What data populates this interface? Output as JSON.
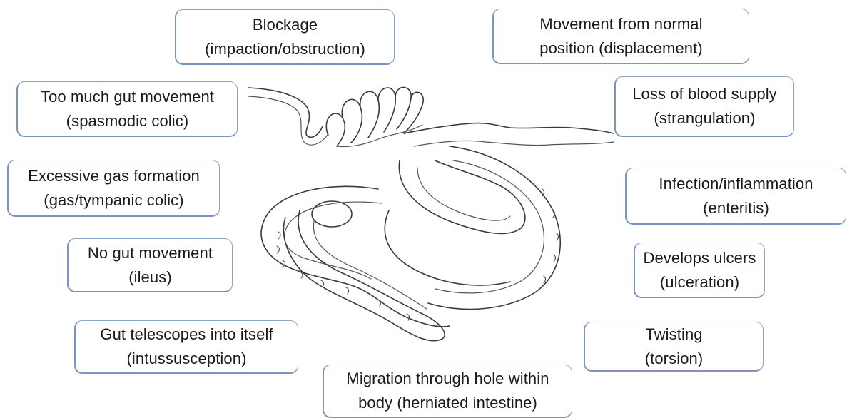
{
  "labels": {
    "blockage": {
      "line1": "Blockage",
      "line2": "(impaction/obstruction)"
    },
    "displacement": {
      "line1": "Movement from normal",
      "line2": "position (displacement)"
    },
    "spasmodic": {
      "line1": "Too much gut movement",
      "line2": "(spasmodic colic)"
    },
    "strangulation": {
      "line1": "Loss of blood supply",
      "line2": "(strangulation)"
    },
    "gas": {
      "line1": "Excessive gas formation",
      "line2": "(gas/tympanic colic)"
    },
    "enteritis": {
      "line1": "Infection/inflammation",
      "line2": "(enteritis)"
    },
    "ileus": {
      "line1": "No gut movement",
      "line2": "(ileus)"
    },
    "ulceration": {
      "line1": "Develops ulcers",
      "line2": "(ulceration)"
    },
    "intussusception": {
      "line1": "Gut telescopes into itself",
      "line2": "(intussusception)"
    },
    "torsion": {
      "line1": "Twisting",
      "line2": "(torsion)"
    },
    "herniation": {
      "line1": "Migration through hole within",
      "line2": "body (herniated intestine)"
    }
  },
  "illustration": {
    "icon": "horse-intestine-line-drawing"
  },
  "colors": {
    "box_border": "#7d93bb",
    "line_art": "#3a3a3a"
  }
}
